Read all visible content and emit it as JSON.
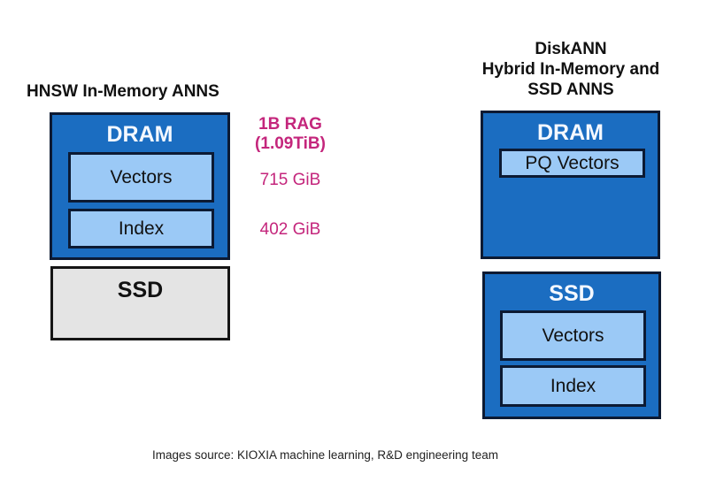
{
  "left": {
    "title": "HNSW In-Memory ANNS",
    "dram": {
      "label": "DRAM",
      "items": [
        "Vectors",
        "Index"
      ]
    },
    "ssd": {
      "label": "SSD"
    },
    "annotations": {
      "dataset_line1": "1B RAG",
      "dataset_line2": "(1.09TiB)",
      "vectors_size": "715 GiB",
      "index_size": "402 GiB"
    }
  },
  "right": {
    "title_lines": [
      "DiskANN",
      "Hybrid In-Memory and",
      "SSD ANNS"
    ],
    "dram": {
      "label": "DRAM",
      "items": [
        "PQ Vectors"
      ]
    },
    "ssd": {
      "label": "SSD",
      "items": [
        "Vectors",
        "Index"
      ]
    }
  },
  "footer": "Images source:  KIOXIA machine learning, R&D engineering team",
  "colors": {
    "memory_blue": "#1b6dc1",
    "data_light_blue": "#9bc9f6",
    "ssd_grey": "#e4e4e4",
    "annotation_magenta": "#c4267c"
  }
}
